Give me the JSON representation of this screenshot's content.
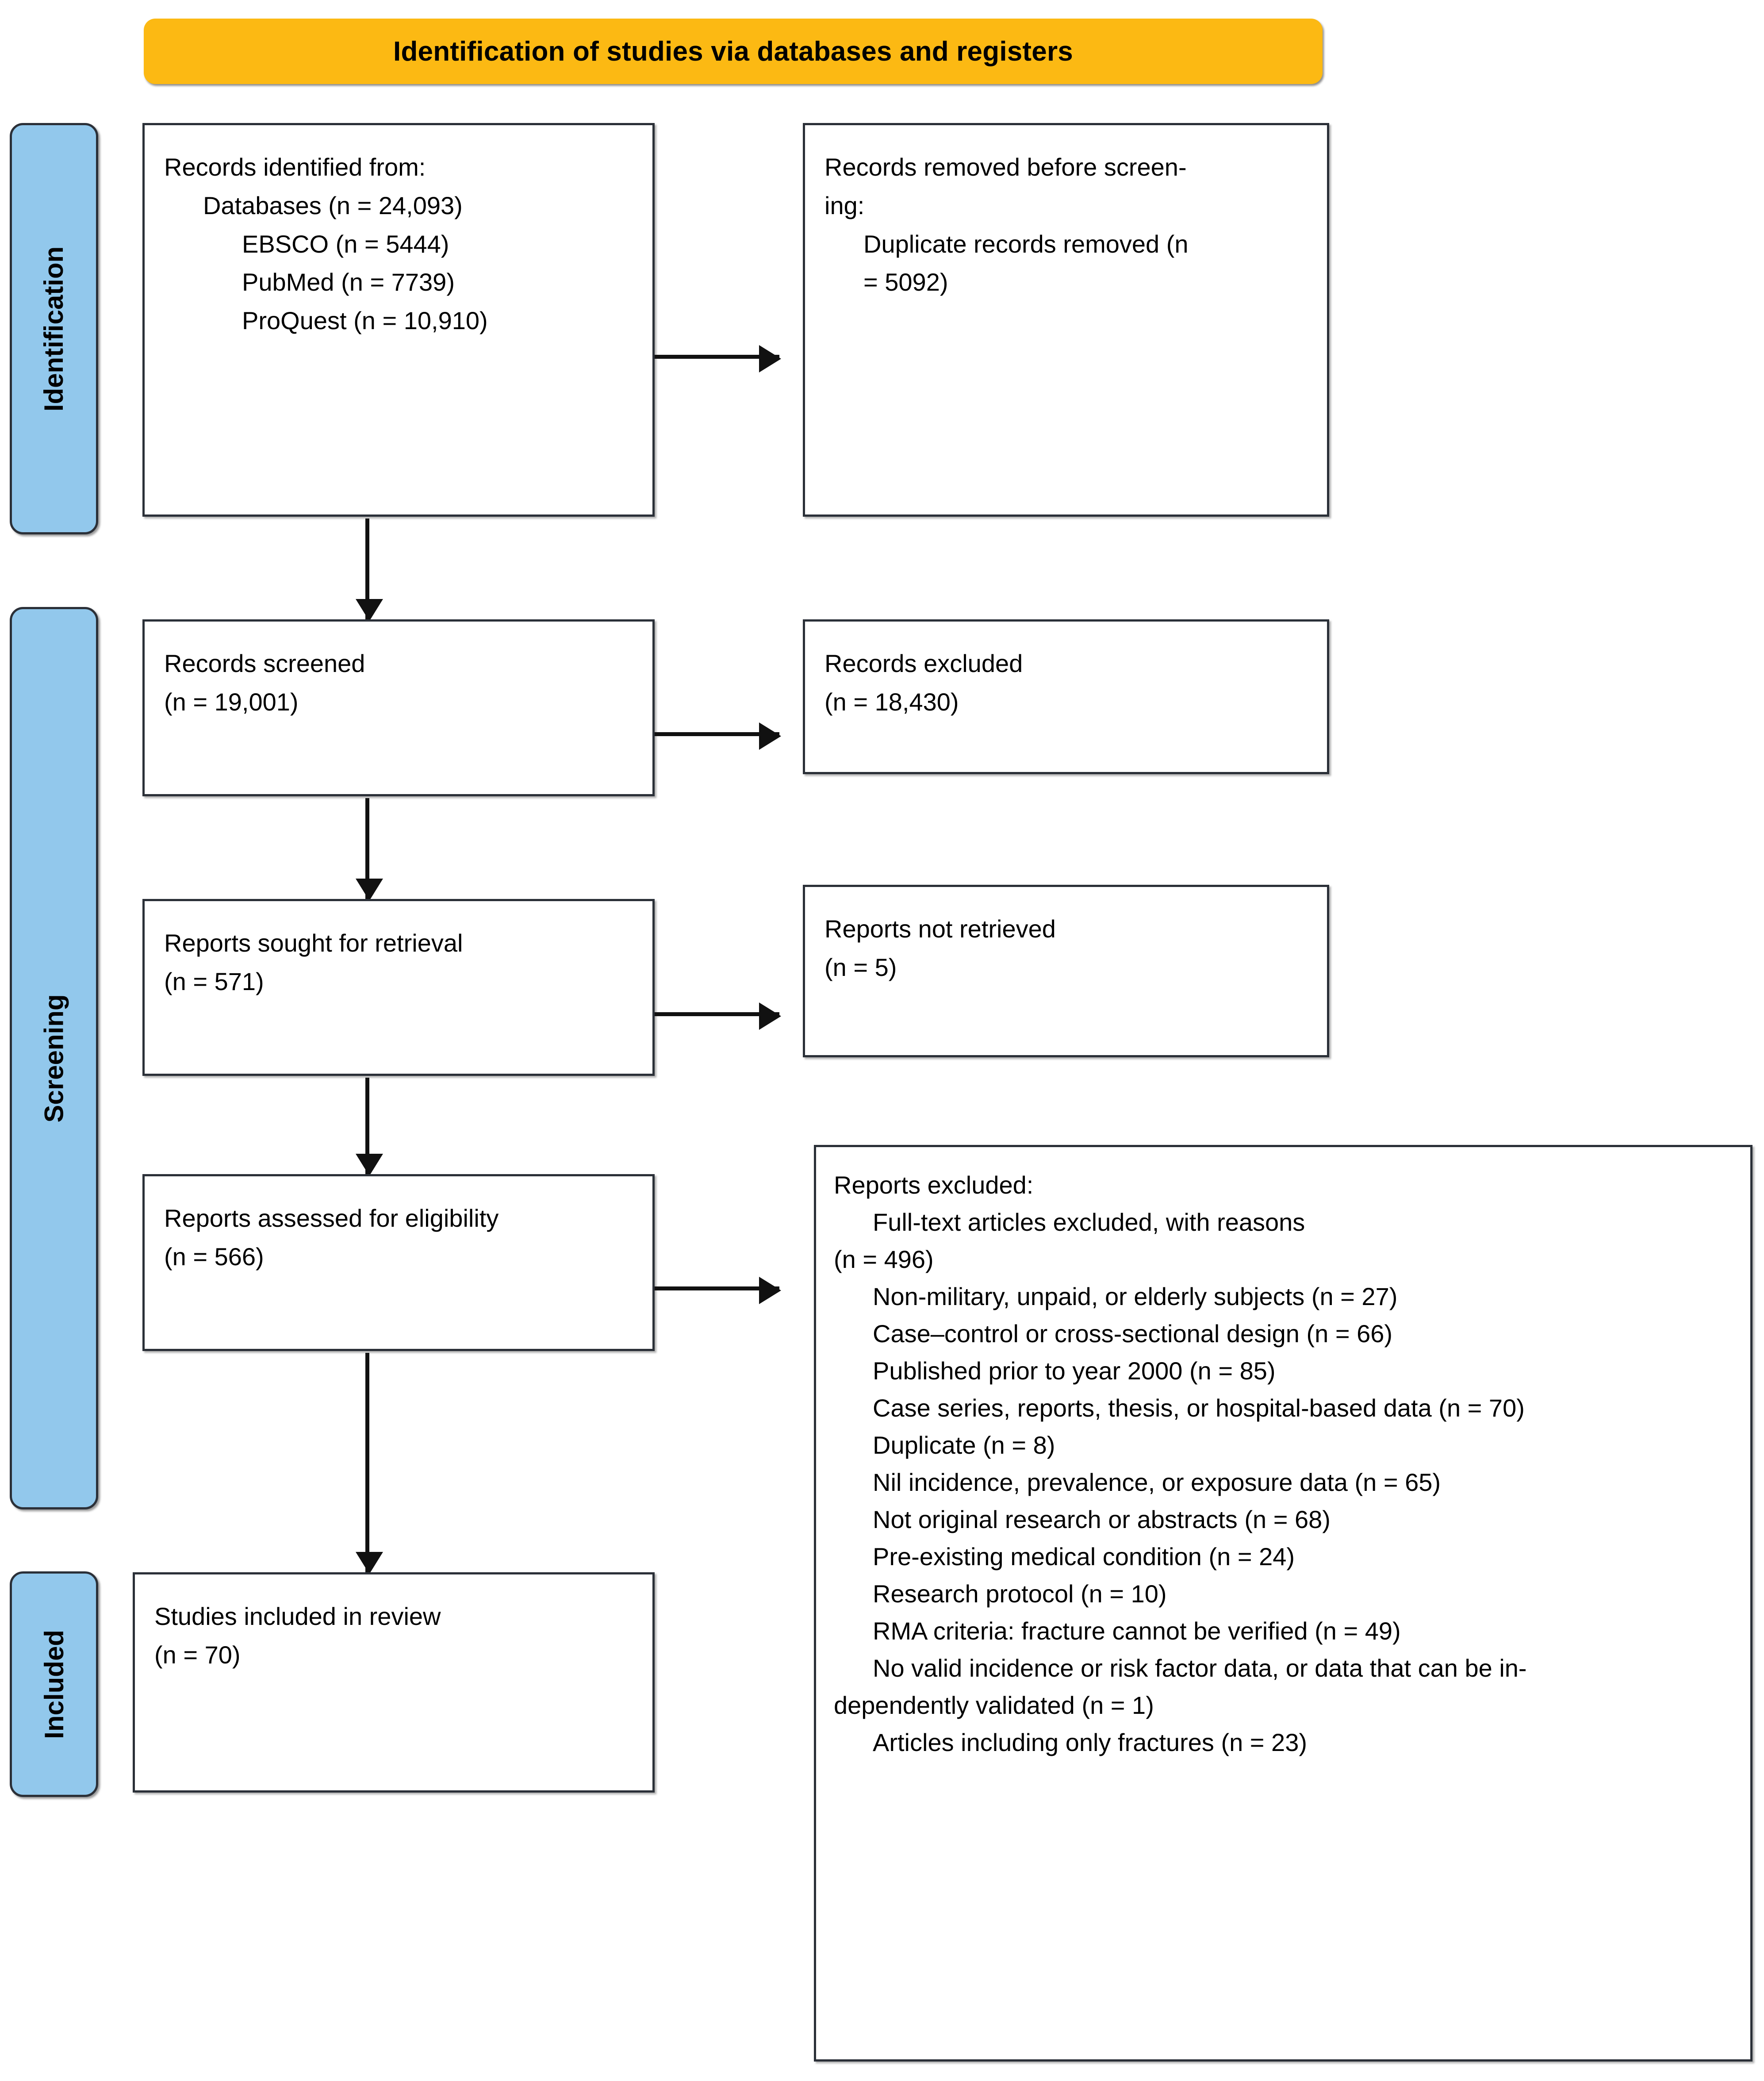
{
  "diagram": {
    "type": "prisma-flow-diagram",
    "banner": {
      "title": "Identification of studies via databases and registers",
      "color": "#FCB913"
    },
    "stages": [
      {
        "id": "identification",
        "label": "Identification",
        "color": "#92C8EC"
      },
      {
        "id": "screening",
        "label": "Screening",
        "color": "#92C8EC"
      },
      {
        "id": "included",
        "label": "Included",
        "color": "#92C8EC"
      }
    ],
    "boxes": {
      "records_identified": {
        "heading": "Records identified from:",
        "lines": [
          "Databases (n = 24,093)",
          "EBSCO (n = 5444)",
          "PubMed (n = 7739)",
          "ProQuest (n = 10,910)"
        ]
      },
      "records_removed": {
        "heading": "Records removed before screen-",
        "heading_cont": "ing:",
        "lines": [
          "Duplicate records removed (n",
          "= 5092)"
        ]
      },
      "records_screened": {
        "heading": "Records screened",
        "count": "(n = 19,001)"
      },
      "records_excluded": {
        "heading": "Records excluded",
        "count": "(n = 18,430)"
      },
      "reports_sought": {
        "heading": "Reports sought for retrieval",
        "count": "(n = 571)"
      },
      "reports_not_retrieved": {
        "heading": "Reports not retrieved",
        "count": "(n = 5)"
      },
      "reports_assessed": {
        "heading": "Reports assessed for eligibility",
        "count": "(n = 566)"
      },
      "reports_excluded": {
        "heading": "Reports excluded:",
        "subheading": "Full-text articles excluded, with reasons",
        "subcount": "(n = 496)",
        "reasons": [
          "Non-military, unpaid, or elderly subjects (n = 27)",
          "Case–control or cross-sectional design (n = 66)",
          "Published prior to year 2000 (n = 85)",
          "Case series, reports, thesis, or hospital-based data (n = 70)",
          "Duplicate (n = 8)",
          "Nil incidence, prevalence, or exposure data (n = 65)",
          "Not original research or abstracts (n = 68)",
          "Pre-existing medical condition (n = 24)",
          "Research protocol (n = 10)",
          "RMA criteria: fracture cannot be verified (n = 49)",
          "No valid incidence or risk factor data, or data that can be in-",
          "dependently validated (n = 1)",
          "Articles including only fractures (n = 23)"
        ]
      },
      "studies_included": {
        "heading": "Studies included in review",
        "count": "(n = 70)"
      }
    }
  }
}
